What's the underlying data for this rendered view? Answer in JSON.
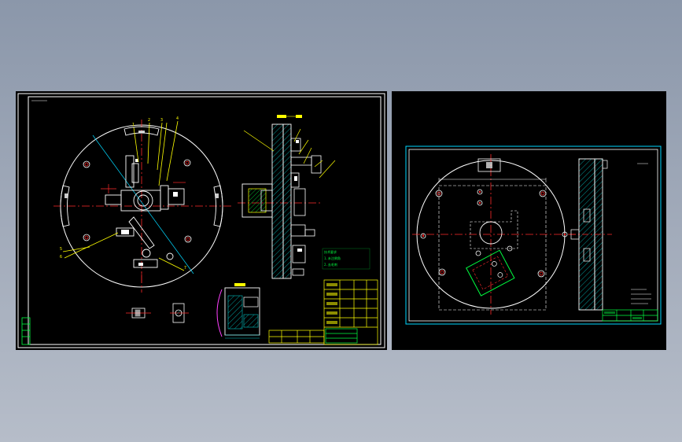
{
  "colors": {
    "background_top": "#8b97aa",
    "background_bottom": "#b6bdc9",
    "canvas": "#000000",
    "outline": "#ffffff",
    "centerline": "#ff2a2a",
    "cyan": "#00d8ff",
    "yellow": "#ffff00",
    "green": "#00ff40",
    "hatch": "#00c0c0",
    "magenta": "#ff40ff"
  },
  "left_sheet": {
    "views": [
      "fixture-plan-view",
      "fixture-section-view",
      "detail-view-a",
      "detail-view-b",
      "detail-section-view"
    ],
    "title_block": "yellow-table",
    "parts_list": "green-table"
  },
  "right_sheet": {
    "views": [
      "base-plate-plan-view",
      "base-plate-section-view"
    ],
    "title_block": "green-table"
  }
}
